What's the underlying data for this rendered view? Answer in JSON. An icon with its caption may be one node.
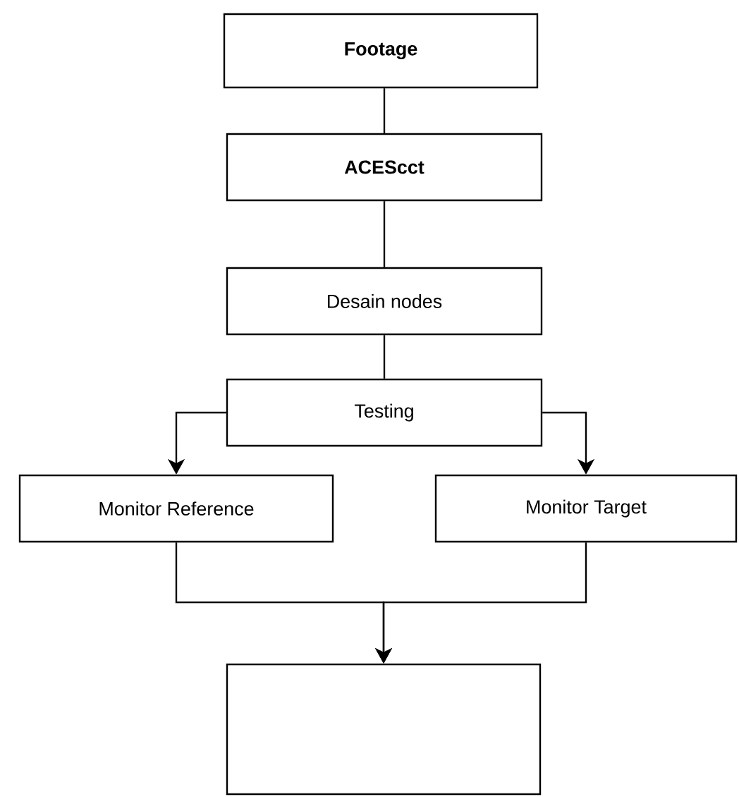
{
  "diagram": {
    "nodes": [
      {
        "text": [
          "Footage"
        ]
      },
      {
        "text": [
          "ACEScct"
        ]
      },
      {
        "text": [
          "Desain nodes"
        ]
      },
      {
        "text": [
          "Testing"
        ]
      },
      {
        "text": [
          "Monitor Reference"
        ]
      },
      {
        "text": [
          "Monitor Target"
        ]
      },
      {
        "text": [],
        "shape": "box"
      }
    ],
    "edges": [
      {
        "from": 0,
        "to": 1,
        "arrow": "none"
      },
      {
        "from": 1,
        "to": 2,
        "arrow": "none"
      },
      {
        "from": 2,
        "to": 3,
        "arrow": "none"
      },
      {
        "from": 3,
        "to": 4,
        "arrow": "to"
      },
      {
        "from": 3,
        "to": 5,
        "arrow": "to"
      },
      {
        "from": 4,
        "to": 6,
        "arrow": "to"
      },
      {
        "from": 5,
        "to": 6,
        "arrow": "to"
      }
    ]
  }
}
